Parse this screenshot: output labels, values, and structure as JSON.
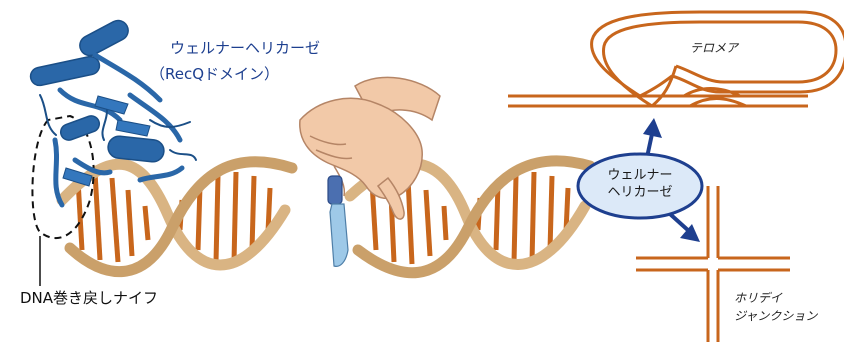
{
  "labels": {
    "protein_name": "ウェルナーヘリカーゼ",
    "protein_domain": "（RecQドメイン）",
    "knife": "DNA巻き戻しナイフ",
    "telomere": "テロメア",
    "helicase_bubble_line1": "ウェルナー",
    "helicase_bubble_line2": "ヘリカーゼ",
    "holliday_line1": "ホリデイ",
    "holliday_line2": "ジャンクション"
  },
  "colors": {
    "protein": "#2a67a8",
    "protein_dark": "#1b4f87",
    "dna_backbone": "#d9b483",
    "dna_base": "#c8661c",
    "strand": "#c8661c",
    "arrow": "#1e3f8f",
    "bubble_fill": "#dce9f8",
    "bubble_stroke": "#1e3f8f",
    "skin": "#f2c9a8",
    "blade": "#9ec9e8"
  },
  "icons": {
    "protein": "helicase-ribbon-icon",
    "dna1": "dna-double-helix-icon",
    "dna2": "dna-double-helix-icon",
    "hand": "hand-with-knife-icon"
  }
}
